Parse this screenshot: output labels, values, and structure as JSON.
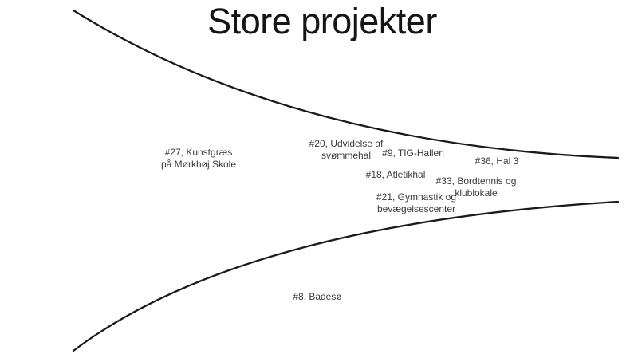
{
  "slide": {
    "title": "Store projekter",
    "projects": [
      {
        "id": "#27",
        "label": "#27, Kunstgræs\npå Mørkhøj Skole"
      },
      {
        "id": "#20",
        "label": "#20, Udvidelse af\nsvømmehal"
      },
      {
        "id": "#9",
        "label": "#9, TIG-Hallen"
      },
      {
        "id": "#36",
        "label": "#36, Hal 3"
      },
      {
        "id": "#18",
        "label": "#18, Atletikhal"
      },
      {
        "id": "#33",
        "label": "#33, Bordtennis og\nklublokale"
      },
      {
        "id": "#21",
        "label": "#21, Gymnastik og\nbevægelsescenter"
      },
      {
        "id": "#8",
        "label": "#8, Badesø"
      }
    ],
    "colors": {
      "background": "#ffffff",
      "title_text": "#151515",
      "label_text": "#3b3b3b",
      "curve_stroke": "#1a1a1a"
    }
  }
}
